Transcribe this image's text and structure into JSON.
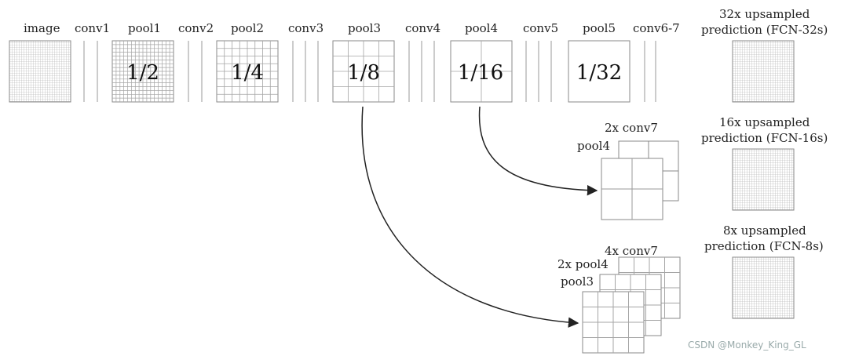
{
  "stages": [
    "image",
    "conv1",
    "pool1",
    "conv2",
    "pool2",
    "conv3",
    "pool3",
    "conv4",
    "pool4",
    "conv5",
    "pool5",
    "conv6-7"
  ],
  "fractions": {
    "pool1": "1/2",
    "pool2": "1/4",
    "pool3": "1/8",
    "pool4": "1/16",
    "pool5": "1/32"
  },
  "predictions": {
    "fcn32": {
      "line1": "32x upsampled",
      "line2": "prediction (FCN-32s)"
    },
    "fcn16": {
      "line1": "16x upsampled",
      "line2": "prediction (FCN-16s)"
    },
    "fcn8": {
      "line1": "8x upsampled",
      "line2": "prediction (FCN-8s)"
    }
  },
  "fusion16": {
    "conv7": "2x conv7",
    "pool4": "pool4"
  },
  "fusion8": {
    "conv7": "4x conv7",
    "pool4": "2x pool4",
    "pool3": "pool3"
  },
  "watermark": "CSDN @Monkey_King_GL",
  "colors": {
    "stroke": "#9a9a9a",
    "arrow": "#222222",
    "text": "#222222"
  }
}
